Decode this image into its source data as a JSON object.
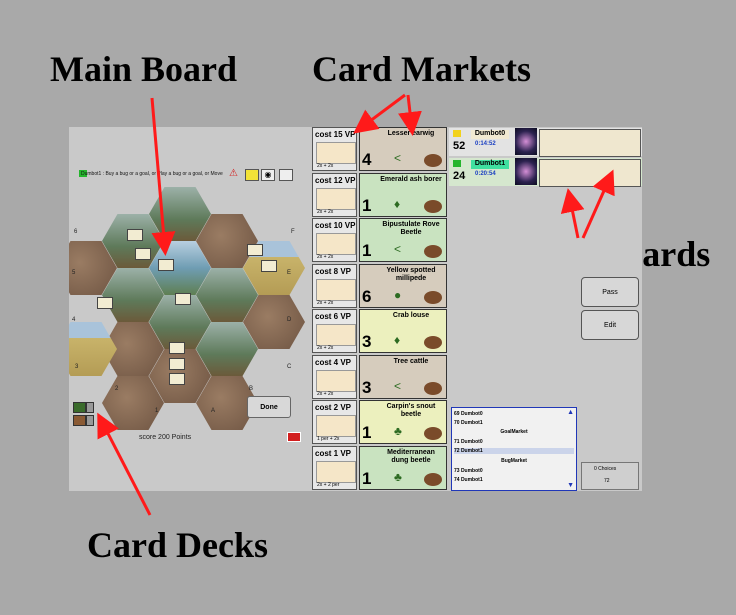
{
  "callouts": {
    "main_board": "Main Board",
    "card_markets": "Card Markets",
    "players_cards": "Players’ cards",
    "card_decks": "Card Decks"
  },
  "board": {
    "status_line": "Dumbot1 : Buy a bug or a goal, or Play a bug or a goal, or Move",
    "side_labels": [
      "F",
      "E",
      "D",
      "C",
      "B",
      "A",
      "1",
      "2",
      "3",
      "4",
      "5",
      "6"
    ],
    "done_label": "Done",
    "score_text": "score 200 Points"
  },
  "market": [
    {
      "cost": "cost 15 VP",
      "formula": "2x + 2x",
      "name": "Lesser earwig",
      "vp": "4",
      "glyph": "<",
      "color": "#d6ccbd"
    },
    {
      "cost": "cost 12 VP",
      "formula": "2x + 2x",
      "name": "Emerald ash borer",
      "vp": "1",
      "glyph": "♦",
      "color": "#c9e3c0"
    },
    {
      "cost": "cost 10 VP",
      "formula": "2x + 2x",
      "name": "Bipustulate Rove Beetle",
      "vp": "1",
      "glyph": "<",
      "color": "#c9e3c0"
    },
    {
      "cost": "cost 8 VP",
      "formula": "2x + 2x",
      "name": "Yellow spotted millipede",
      "vp": "6",
      "glyph": "●",
      "color": "#d6ccbd"
    },
    {
      "cost": "cost 6 VP",
      "formula": "2x + 2x",
      "name": "Crab louse",
      "vp": "3",
      "glyph": "♦",
      "color": "#ecf0be"
    },
    {
      "cost": "cost 4 VP",
      "formula": "2x + 2x",
      "name": "Tree cattle",
      "vp": "3",
      "glyph": "<",
      "color": "#d6ccbd"
    },
    {
      "cost": "cost 2 VP",
      "formula": "1 per + 2x",
      "name": "Carpin's snout beetle",
      "vp": "1",
      "glyph": "♣",
      "color": "#ecf0be"
    },
    {
      "cost": "cost 1 VP",
      "formula": "2x + 2 per",
      "name": "Mediterranean dung beetle",
      "vp": "1",
      "glyph": "♣",
      "color": "#c9e3c0"
    }
  ],
  "players": [
    {
      "name": "Dumbot0",
      "score": "52",
      "time": "0:14:52",
      "flag": "#f2d21c",
      "name_bg": "#f2e9d1",
      "row_bg": "#e3e3e3"
    },
    {
      "name": "Dumbot1",
      "score": "24",
      "time": "0:20:54",
      "flag": "#25b52d",
      "name_bg": "#3fe0a0",
      "row_bg": "#d5e7ce"
    }
  ],
  "buttons": {
    "pass": "Pass",
    "edit": "Edit"
  },
  "log": {
    "rows": [
      "69 Dumbot0",
      "70 Dumbot1",
      "71 Dumbot0",
      "72 Dumbot1",
      "73 Dumbot0",
      "74 Dumbot1"
    ],
    "headers": [
      "GoalMarket",
      "BugMarket"
    ],
    "up": "▲",
    "down": "▼"
  },
  "tray": {
    "label": "0 Choices",
    "number": "72"
  },
  "colors": {
    "arrow": "#ff1a1a",
    "log_border": "#2037b8",
    "page_bg": "#a9a9a9"
  }
}
